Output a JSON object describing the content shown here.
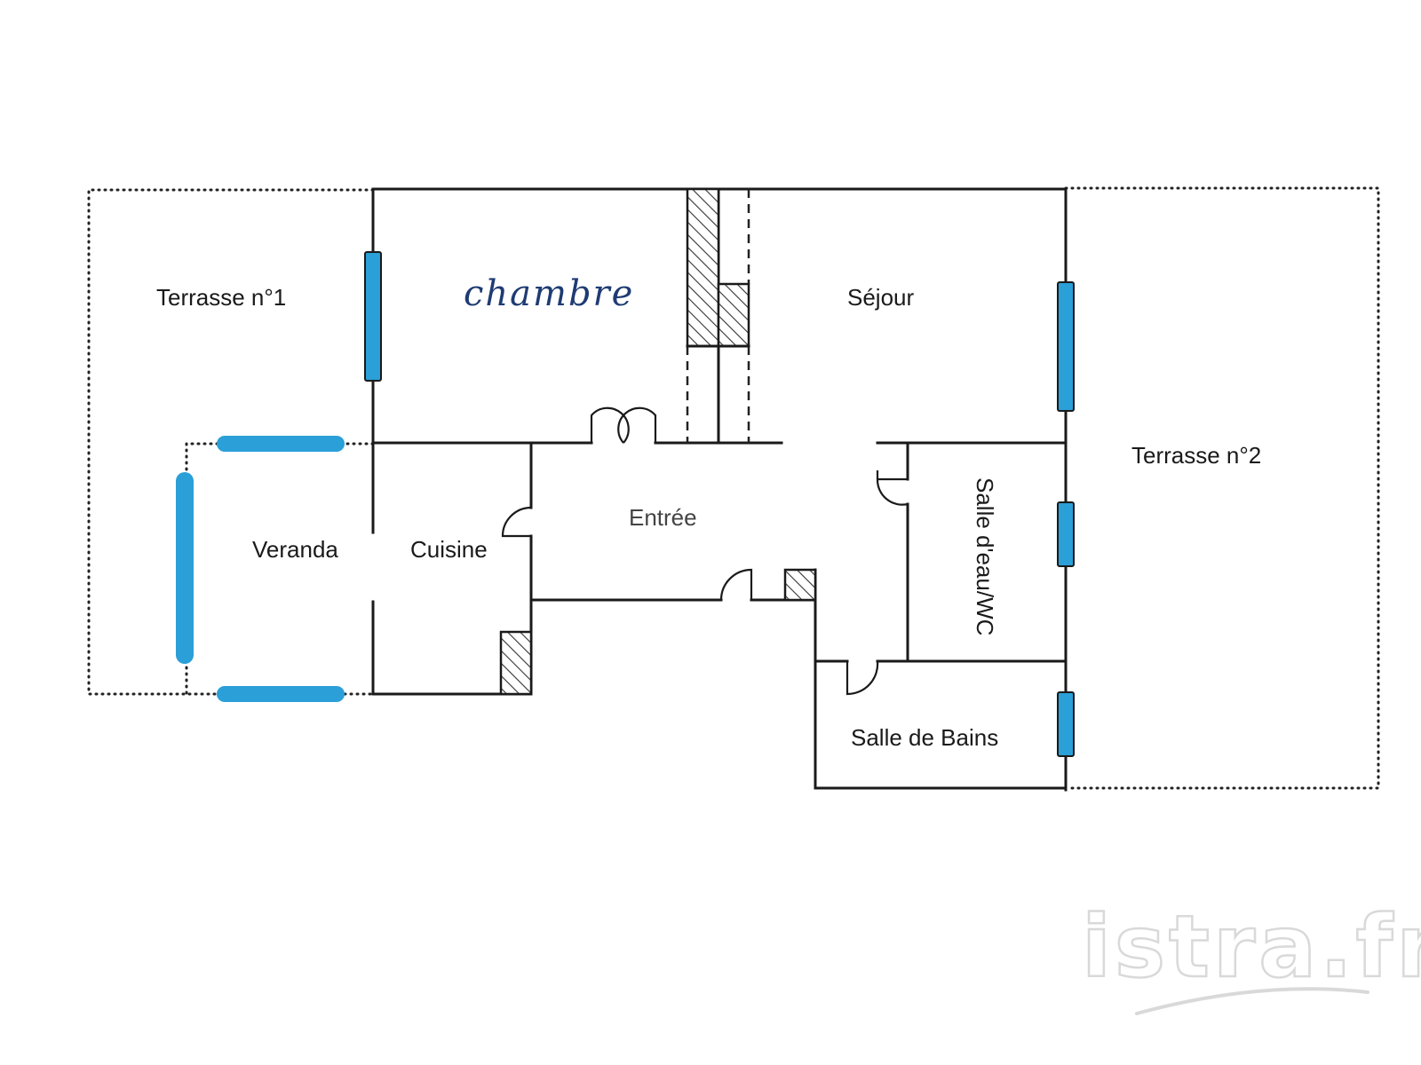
{
  "rooms": {
    "terrasse1": "Terrasse n°1",
    "chambre": "chambre",
    "sejour": "Séjour",
    "terrasse2": "Terrasse n°2",
    "entree": "Entrée",
    "veranda": "Veranda",
    "cuisine": "Cuisine",
    "salle_eau_wc": "Salle d'eau/WC",
    "salle_de_bains": "Salle de Bains"
  },
  "watermark": "istra.fr",
  "colors": {
    "wall": "#1a1a1a",
    "window": "#2a9fd8",
    "handwriting": "#1f3b73",
    "watermark_outline": "#d9d9d9"
  }
}
